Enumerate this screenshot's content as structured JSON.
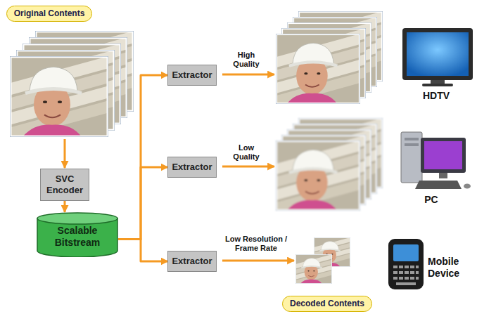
{
  "diagram": {
    "nodes": [
      {
        "text": [
          "Original Contents"
        ]
      },
      {
        "text": [
          "SVC Encoder"
        ]
      },
      {
        "text": [
          "Scalable Bitstream"
        ]
      },
      {
        "text": [
          "Extractor"
        ]
      },
      {
        "text": [
          "Extractor"
        ]
      },
      {
        "text": [
          "Extractor"
        ]
      },
      {
        "text": [
          "Decoded Contents"
        ]
      }
    ],
    "edges": [
      {
        "from": 1,
        "to": 2,
        "arrow": "to"
      },
      {
        "from": 2,
        "to": 3,
        "arrow": "to"
      },
      {
        "from": 2,
        "to": 4,
        "arrow": "to"
      },
      {
        "from": 2,
        "to": 5,
        "arrow": "to"
      }
    ],
    "labels": [
      "High Quality",
      "Low Quality",
      "Low Resolution / Frame Rate",
      "HDTV",
      "PC",
      "Mobile Device"
    ]
  }
}
